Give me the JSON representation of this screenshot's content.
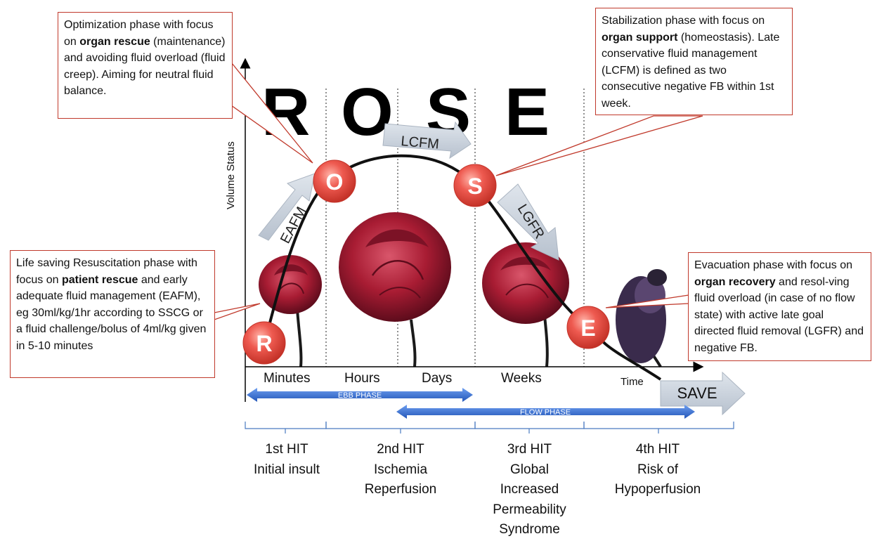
{
  "title_letters": [
    "R",
    "O",
    "S",
    "E"
  ],
  "axes": {
    "ylabel": "Volume Status",
    "xlabel": "Time"
  },
  "time_labels": [
    "Minutes",
    "Hours",
    "Days",
    "Weeks"
  ],
  "phase_markers": [
    "O",
    "S",
    "R",
    "E"
  ],
  "arrows": {
    "eafm": "EAFM",
    "lcfm": "LCFM",
    "lgfr": "LGFR",
    "save": "SAVE"
  },
  "phases": {
    "ebb": "EBB PHASE",
    "flow": "FLOW PHASE"
  },
  "callouts": {
    "optimization": {
      "pre": "Optimization phase with focus on ",
      "bold": "organ rescue",
      "post": " (maintenance) and avoiding fluid overload (fluid creep). Aiming for neutral fluid balance."
    },
    "stabilization": {
      "pre": "Stabilization phase with focus on ",
      "bold": "organ support",
      "post": " (homeostasis). Late conservative fluid management (LCFM) is defined as two consecutive negative FB within 1st week."
    },
    "resuscitation": {
      "pre": "Life saving Resuscitation phase with focus on ",
      "bold": "patient rescue",
      "post": " and early adequate fluid management (EAFM), eg 30ml/kg/1hr according to SSCG or a fluid challenge/bolus of 4ml/kg given in 5-10 minutes"
    },
    "evacuation": {
      "pre": "Evacuation phase with focus on ",
      "bold": "organ recovery",
      "post": " and resol-ving fluid overload (in case of no flow state) with active late goal directed fluid removal (LGFR) and negative FB."
    }
  },
  "hits": [
    {
      "title": "1st HIT",
      "lines": [
        "Initial insult"
      ]
    },
    {
      "title": "2nd HIT",
      "lines": [
        "Ischemia",
        "Reperfusion"
      ]
    },
    {
      "title": "3rd HIT",
      "lines": [
        "Global",
        "Increased",
        "Permeability",
        "Syndrome"
      ]
    },
    {
      "title": "4th HIT",
      "lines": [
        "Risk of",
        "Hypoperfusion"
      ]
    }
  ],
  "colors": {
    "callout_border": "#c0392b",
    "marker_fill": "#e8504a",
    "phase_arrow": "#2f6fd6",
    "grey_arrow": "#c5cdd8",
    "rose": "#b01e35",
    "bracket": "#4a7ac0"
  },
  "icons": [
    "rose-flower-icon",
    "wilted-rose-icon"
  ]
}
